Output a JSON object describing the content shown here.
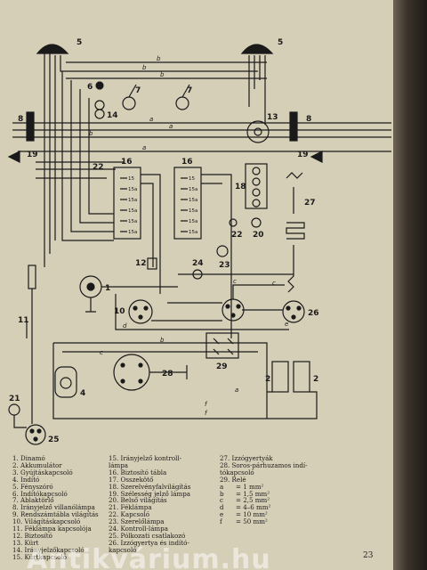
{
  "diagram": {
    "labels": {
      "n1": "1",
      "n2a": "2",
      "n2b": "2",
      "n4": "4",
      "n5a": "5",
      "n5b": "5",
      "n6": "6",
      "n7a": "7",
      "n7b": "7",
      "n8a": "8",
      "n8b": "8",
      "n10": "10",
      "n11": "11",
      "n12": "12",
      "n13": "13",
      "n14": "14",
      "n16a": "16",
      "n16b": "16",
      "n18": "18",
      "n19a": "19",
      "n19b": "19",
      "n20": "20",
      "n21": "21",
      "n22a": "22",
      "n22b": "22",
      "n23": "23",
      "n24": "24",
      "n25": "25",
      "n26": "26",
      "n27": "27",
      "n28": "28",
      "n29": "29"
    },
    "wire_letters": {
      "w1": "b",
      "w2": "b",
      "w3": "b",
      "w4": "a",
      "w5": "a",
      "w6": "b",
      "w7": "a",
      "w8": "c",
      "w9": "c",
      "w10": "d",
      "w11": "e",
      "w12": "b",
      "w13": "a",
      "w14": "f",
      "w15": "f",
      "w16": "c"
    },
    "terminals": [
      "15",
      "15a",
      "15a",
      "15a",
      "15a",
      "15a"
    ]
  },
  "legend": {
    "col1": [
      "1. Dinamó",
      "2. Akkumulátor",
      "3. Gyújtáskapcsoló",
      "4. Indító",
      "5. Fényszóró",
      "6. Indítókapcsoló",
      "7. Ablaktörlő",
      "8. Irányjelző villanólámpa",
      "9. Rendszámtábla világítás",
      "10. Világításkapcsoló",
      "11. Féklámpa kapcsolója",
      "12. Biztosító",
      "13. Kürt",
      "14. Irányjelzőkapcsoló",
      "15. Kürtkapcsoló"
    ],
    "col2": [
      "15. Irányjelző kontroll-",
      "lámpa",
      "16. Biztosító tábla",
      "17. Osszekötő",
      "18. Szerelvényfalvilágítás",
      "19. Szélesség jelző lámpa",
      "20. Belső világítás",
      "21. Féklámpa",
      "22. Kapcsoló",
      "23. Szerelőlámpa",
      "24. Kontroll-lámpa",
      "25. Pólkozati csatlakozó",
      "26. Izzógyertya és indító-",
      "kapcsoló"
    ],
    "col3": [
      "27. Izzógyertyák",
      "28. Soros-párhuzamos indí-",
      "tókapcsoló",
      "29. Relé"
    ],
    "gauges": [
      {
        "k": "a",
        "v": "= 1 mm²"
      },
      {
        "k": "b",
        "v": "= 1,5 mm²"
      },
      {
        "k": "c",
        "v": "= 2,5 mm²"
      },
      {
        "k": "d",
        "v": "= 4–6 mm²"
      },
      {
        "k": "e",
        "v": "= 10 mm²"
      },
      {
        "k": "f",
        "v": "= 50 mm²"
      }
    ]
  },
  "page_number": "23",
  "watermark": "Antikvárium.hu"
}
